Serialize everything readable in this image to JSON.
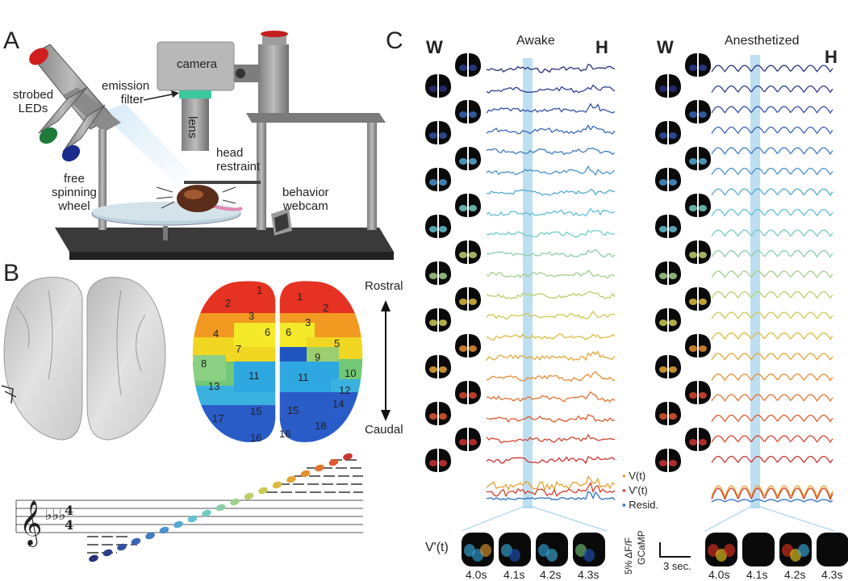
{
  "panels": {
    "a": {
      "letter": "A",
      "labels": {
        "camera": "camera",
        "emission_filter": "emission\nfilter",
        "lens": "lens",
        "strobed_leds": "strobed\nLEDs",
        "head_restraint": "head\nrestraint",
        "free_spinning_wheel": "free\nspinning\nwheel",
        "behavior_webcam": "behavior\nwebcam"
      }
    },
    "b": {
      "letter": "B",
      "axis_rostral": "Rostral",
      "axis_caudal": "Caudal",
      "regions_left": [
        "1",
        "2",
        "3",
        "4",
        "6",
        "7",
        "8",
        "11",
        "13",
        "15",
        "16",
        "17"
      ],
      "regions_right": [
        "1",
        "2",
        "3",
        "5",
        "6",
        "9",
        "10",
        "11",
        "12",
        "14",
        "15",
        "16",
        "18"
      ]
    },
    "c": {
      "letter": "C",
      "awake_title": "Awake",
      "anesthetized_title": "Anesthetized",
      "w_label": "W",
      "h_label": "H",
      "legend": {
        "v": "V(t)",
        "vprime": "V'(t)",
        "resid": "Resid."
      },
      "vprime_label": "V'(t)",
      "awake_times": [
        "4.0s",
        "4.1s",
        "4.2s",
        "4.3s"
      ],
      "anesth_times": [
        "4.0s",
        "4.1s",
        "4.2s",
        "4.3s"
      ],
      "scale_y": "5% ΔF/F",
      "scale_y2": "GCaMP",
      "scale_x": "3 sec."
    }
  },
  "colors": {
    "trace_gradient": [
      "#2a2f7a",
      "#2d3d8f",
      "#3450a3",
      "#3a66b5",
      "#3f7cc2",
      "#4a93cc",
      "#56aad2",
      "#63c0d2",
      "#76ccc3",
      "#8ccfa8",
      "#a2cf8c",
      "#b8cf6e",
      "#ccc954",
      "#dbbb42",
      "#e3a638",
      "#e58e34",
      "#e27332",
      "#dd5a30",
      "#d64531",
      "#cc3434"
    ],
    "highlight": "#a8d4ee"
  }
}
